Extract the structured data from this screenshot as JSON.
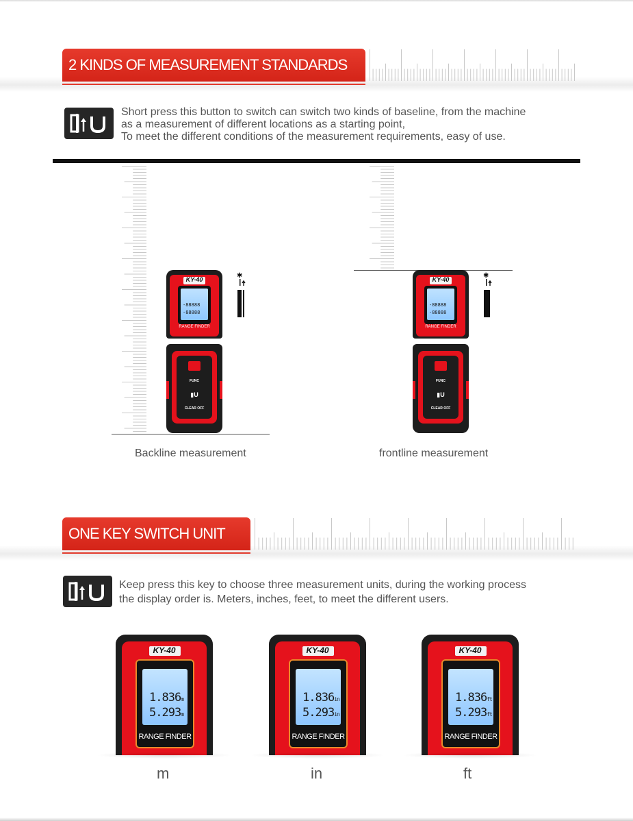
{
  "section1": {
    "title": "2 KINDS OF MEASUREMENT STANDARDS",
    "description_lines": [
      "Short press this button to switch can switch two kinds of baseline, from the machine",
      "as a measurement of different locations as a starting point,",
      "To meet the different conditions of the measurement requirements, easy of use."
    ],
    "captions": {
      "left": "Backline measurement",
      "right": "frontline measurement"
    }
  },
  "section2": {
    "title": "ONE KEY SWITCH UNIT",
    "description_lines": [
      "Keep press this key to choose three measurement units, during the working process",
      "the display order is. Meters, inches, feet, to meet the different users."
    ],
    "units": [
      {
        "caption": "m",
        "reading1": "1.836",
        "reading2": "5.293",
        "unit_symbol": "m"
      },
      {
        "caption": "in",
        "reading1": "1.836",
        "reading2": "5.293",
        "unit_symbol": "in"
      },
      {
        "caption": "ft",
        "reading1": "1.836",
        "reading2": "5.293",
        "unit_symbol": "ft"
      }
    ]
  },
  "device": {
    "model": "KY-40",
    "panel_label": "RANGE FINDER",
    "buttons": [
      "FUNC",
      "CLEAR OFF"
    ],
    "screen_digits_1": "-88888",
    "screen_digits_2": "-88888"
  },
  "colors": {
    "accent": "#e23a2c",
    "device_red": "#e5121c",
    "device_black": "#1d1d1d",
    "screen_blue": "#9fd0ff"
  }
}
